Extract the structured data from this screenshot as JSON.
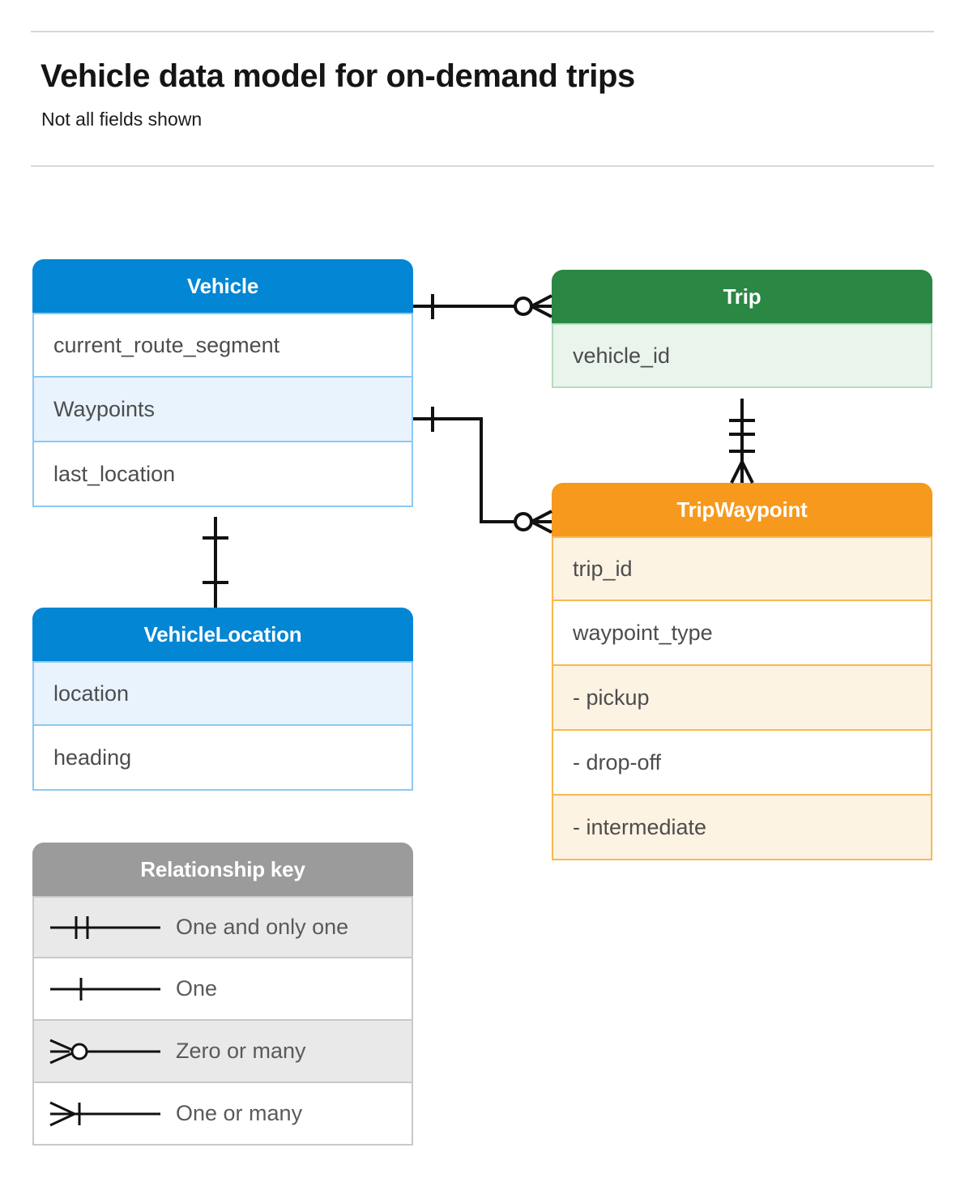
{
  "header": {
    "title": "Vehicle data model for on-demand trips",
    "subtitle": "Not all fields shown"
  },
  "entities": [
    {
      "id": "vehicle",
      "name": "Vehicle",
      "color": "#0386d4",
      "rows": [
        {
          "label": "current_route_segment",
          "tint": false
        },
        {
          "label": "Waypoints",
          "tint": true
        },
        {
          "label": "last_location",
          "tint": false
        }
      ]
    },
    {
      "id": "trip",
      "name": "Trip",
      "color": "#2b8744",
      "rows": [
        {
          "label": "vehicle_id",
          "tint": true
        }
      ]
    },
    {
      "id": "tripwaypoint",
      "name": "TripWaypoint",
      "color": "#f7991c",
      "rows": [
        {
          "label": "trip_id",
          "tint": true
        },
        {
          "label": "waypoint_type",
          "tint": false
        },
        {
          "label": "-  pickup",
          "tint": true
        },
        {
          "label": "-  drop-off",
          "tint": false
        },
        {
          "label": "-  intermediate",
          "tint": true
        }
      ]
    },
    {
      "id": "vehiclelocation",
      "name": "VehicleLocation",
      "color": "#0386d4",
      "rows": [
        {
          "label": "location",
          "tint": true
        },
        {
          "label": "heading",
          "tint": false
        }
      ]
    }
  ],
  "legend": {
    "title": "Relationship key",
    "color": "#9b9b9b",
    "rows": [
      {
        "symbol": "one-and-only-one-icon",
        "label": "One and only one",
        "tint": true
      },
      {
        "symbol": "one-icon",
        "label": "One",
        "tint": false
      },
      {
        "symbol": "zero-or-many-icon",
        "label": "Zero or many",
        "tint": true
      },
      {
        "symbol": "one-or-many-icon",
        "label": "One or many",
        "tint": false
      }
    ]
  },
  "relationships": [
    {
      "from": "Vehicle",
      "to": "Trip",
      "from_cardinality": "One",
      "to_cardinality": "Zero or many"
    },
    {
      "from": "Vehicle.Waypoints",
      "to": "TripWaypoint",
      "from_cardinality": "One",
      "to_cardinality": "Zero or many"
    },
    {
      "from": "Trip",
      "to": "TripWaypoint",
      "from_cardinality": "One and only one",
      "to_cardinality": "One or many"
    },
    {
      "from": "Vehicle",
      "to": "VehicleLocation",
      "from_cardinality": "One",
      "to_cardinality": "One"
    }
  ]
}
